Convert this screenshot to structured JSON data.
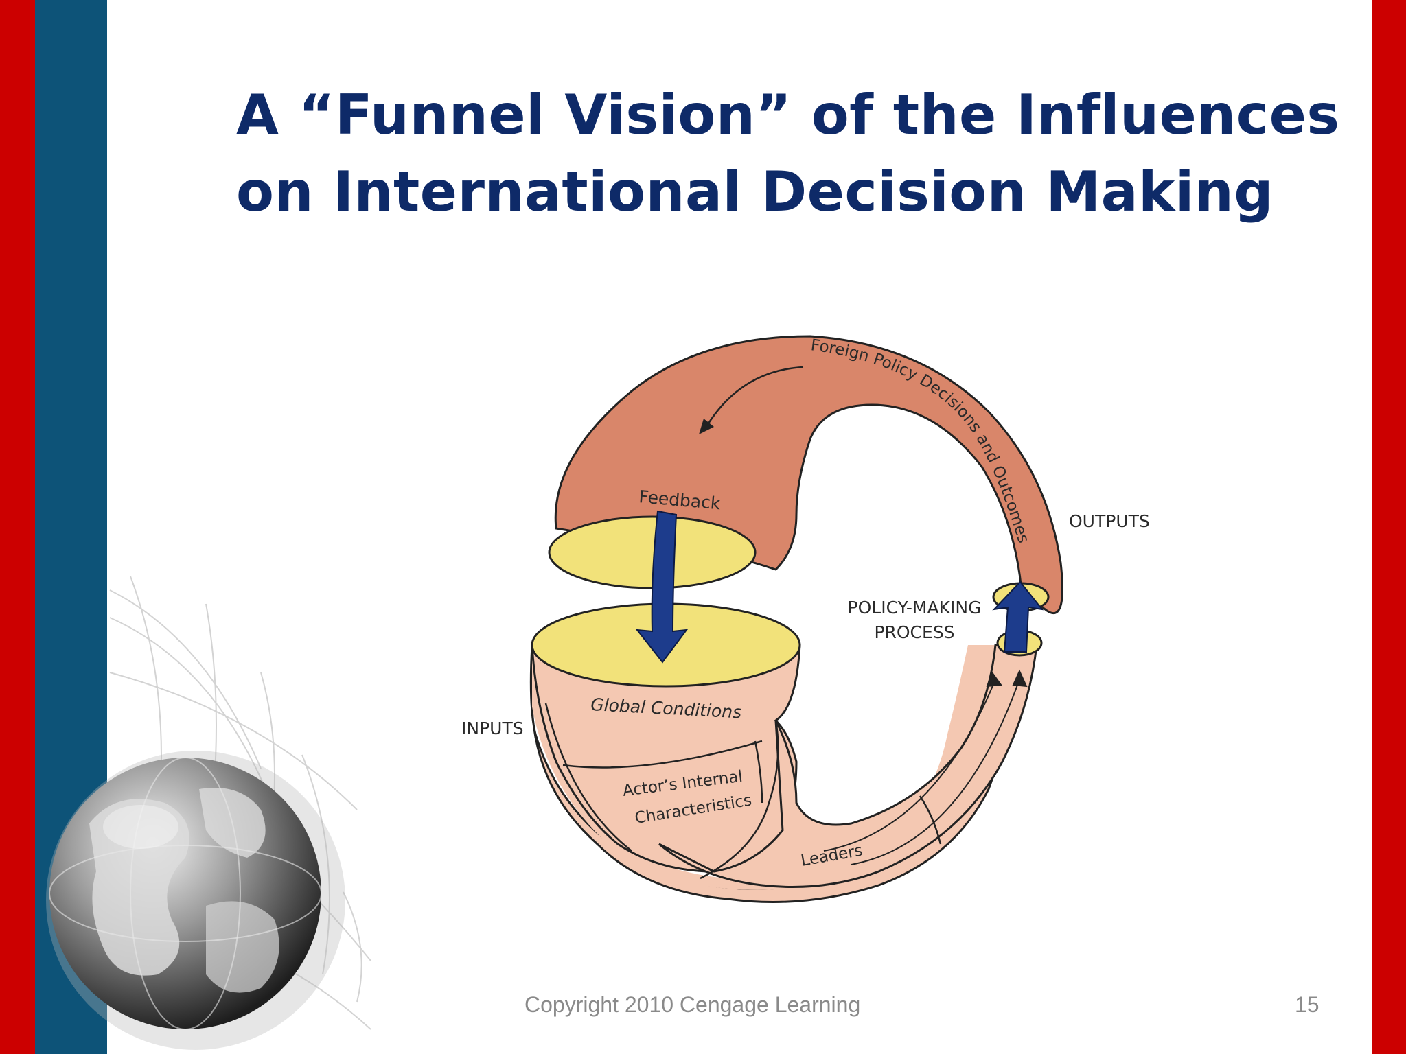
{
  "slide": {
    "title_line1": "A “Funnel Vision” of the Influences",
    "title_line2": "on International Decision Making",
    "copyright": "Copyright 2010 Cengage Learning",
    "page_number": "15"
  },
  "diagram": {
    "feedback_path_label": "Foreign Policy Decisions and Outcomes",
    "feedback": "Feedback",
    "outputs": "OUTPUTS",
    "inputs": "INPUTS",
    "process_line1": "POLICY-MAKING",
    "process_line2": "PROCESS",
    "global_conditions": "Global Conditions",
    "actor_line1": "Actor’s Internal",
    "actor_line2": "Characteristics",
    "leaders": "Leaders"
  },
  "colors": {
    "frame_red": "#cc0000",
    "frame_blue": "#0d5378",
    "title": "#0e2a68",
    "upper_funnel": "#d9866a",
    "lower_funnel": "#f4c8b2",
    "openings": "#f2e27a",
    "arrows": "#1d3c8c"
  }
}
